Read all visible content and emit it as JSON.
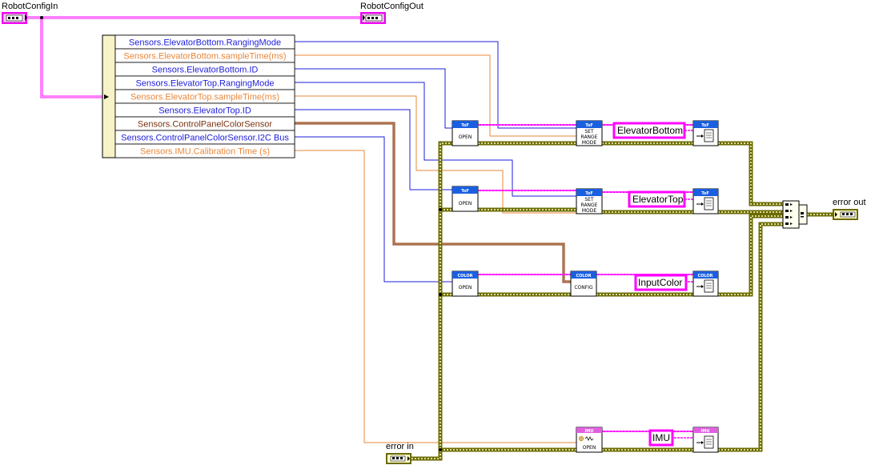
{
  "colors": {
    "cluster": "#ff00ff",
    "int32": "#1e1edc",
    "double": "#e8873a",
    "refnum": "#7a3410",
    "error": "#6b6b00",
    "error_bg": "#ffffcc",
    "string": "#ff00ff",
    "toolbar_blue": "#1a5fe0",
    "imu_pink": "#e060e0"
  },
  "terminals": {
    "robot_config_in": "RobotConfigIn",
    "robot_config_out": "RobotConfigOut",
    "error_in": "error in",
    "error_out": "error out"
  },
  "unbundle": {
    "rows": [
      {
        "label": "Sensors.ElevatorBottom.RangingMode",
        "type": "int32"
      },
      {
        "label": "Sensors.ElevatorBottom.sampleTime(ms)",
        "type": "double"
      },
      {
        "label": "Sensors.ElevatorBottom.ID",
        "type": "int32"
      },
      {
        "label": "Sensors.ElevatorTop.RangingMode",
        "type": "int32"
      },
      {
        "label": "Sensors.ElevatorTop.sampleTime(ms)",
        "type": "double"
      },
      {
        "label": "Sensors.ElevatorTop.ID",
        "type": "int32"
      },
      {
        "label": "Sensors.ControlPanelColorSensor",
        "type": "refnum"
      },
      {
        "label": "Sensors.ControlPanelColorSensor.I2C Bus",
        "type": "int32"
      },
      {
        "label": "Sensors.IMU.Calibration Time (s)",
        "type": "double"
      }
    ]
  },
  "vis": {
    "tof_open_1": {
      "title": "ToF",
      "body": "OPEN"
    },
    "tof_set_1": {
      "title": "ToF",
      "body1": "SET",
      "body2": "RANGE",
      "body3": "MODE"
    },
    "tof_ref_1": {
      "title": "ToF"
    },
    "tof_open_2": {
      "title": "ToF",
      "body": "OPEN"
    },
    "tof_set_2": {
      "title": "ToF",
      "body1": "SET",
      "body2": "RANGE",
      "body3": "MODE"
    },
    "tof_ref_2": {
      "title": "ToF"
    },
    "color_open": {
      "title": "COLOR",
      "body": "OPEN"
    },
    "color_config": {
      "title": "COLOR",
      "body": "CONFIG"
    },
    "color_ref": {
      "title": "COLOR"
    },
    "imu_open": {
      "title": "IMU",
      "body": "OPEN"
    },
    "imu_ref": {
      "title": "IMU"
    }
  },
  "strings": {
    "elevator_bottom": "ElevatorBottom",
    "elevator_top": "ElevatorTop",
    "input_color": "InputColor",
    "imu": "IMU"
  }
}
